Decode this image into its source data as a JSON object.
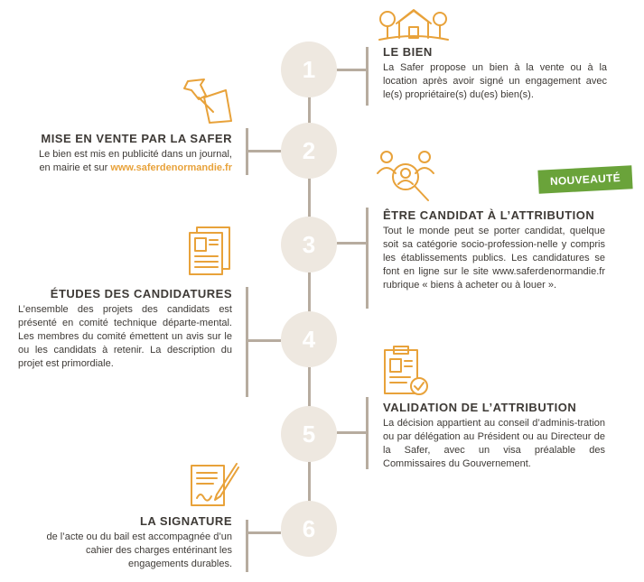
{
  "accent_color": "#e8a23a",
  "badge_color": "#6aa33a",
  "steps": [
    {
      "number": "1",
      "title": "LE BIEN",
      "text": "La Safer propose un bien à la vente ou à la location après avoir signé un engagement avec le(s) propriétaire(s) du(es) bien(s).",
      "icon": "house-trees-icon"
    },
    {
      "number": "2",
      "title": "MISE EN VENTE PAR LA SAFER",
      "text_line1": "Le bien est mis en publicité dans un journal,",
      "text_line2_prefix": "en mairie et sur ",
      "link": "www.saferdenormandie.fr",
      "icon": "pushpin-note-icon"
    },
    {
      "number": "3",
      "title": "ÊTRE CANDIDAT À L’ATTRIBUTION",
      "text": "Tout le monde peut se porter candidat, quelque soit sa catégorie socio-profession-nelle y compris les établissements publics. Les candidatures se font en ligne sur le site www.saferdenormandie.fr rubrique « biens à acheter ou à louer ».",
      "icon": "candidates-search-icon",
      "badge": "NOUVEAUTÉ"
    },
    {
      "number": "4",
      "title": "ÉTUDES DES CANDIDATURES",
      "text": "L’ensemble des projets des candidats est présenté en comité technique départe-mental. Les membres du comité émettent un avis sur le ou les candidats à retenir. La description du projet est primordiale.",
      "icon": "documents-icon"
    },
    {
      "number": "5",
      "title": "VALIDATION DE L’ATTRIBUTION",
      "text": "La décision appartient au conseil d’adminis-tration ou par délégation au Président ou au Directeur de la Safer, avec un visa préalable des Commissaires du Gouvernement.",
      "icon": "clipboard-check-icon"
    },
    {
      "number": "6",
      "title": "LA SIGNATURE",
      "text": "de l’acte ou du bail est accompagnée d’un cahier des charges entérinant les engagements durables.",
      "icon": "signed-contract-icon"
    }
  ]
}
